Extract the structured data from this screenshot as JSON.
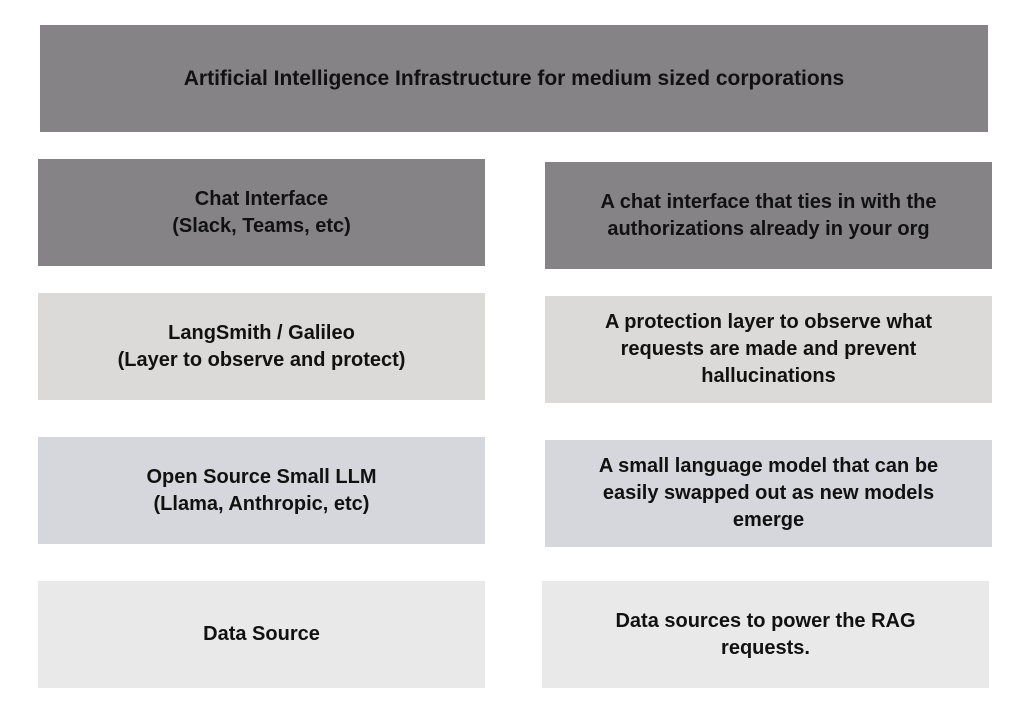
{
  "title": "Artificial Intelligence Infrastructure for medium sized corporations",
  "rows": [
    {
      "left": [
        "Chat Interface",
        "(Slack, Teams, etc)"
      ],
      "right": [
        "A chat interface that ties in with the",
        "authorizations already in your org"
      ]
    },
    {
      "left": [
        "LangSmith / Galileo",
        "(Layer to observe and protect)"
      ],
      "right": [
        "A protection layer to observe what",
        "requests are made and prevent",
        "hallucinations"
      ]
    },
    {
      "left": [
        "Open Source Small LLM",
        "(Llama, Anthropic, etc)"
      ],
      "right": [
        "A small language model that can be",
        "easily swapped out as new models",
        "emerge"
      ]
    },
    {
      "left": [
        "Data Source"
      ],
      "right": [
        "Data sources to power the RAG",
        "requests."
      ]
    }
  ],
  "colors": {
    "title_box": "#858386",
    "row1": "#858386",
    "row2": "#dbdad8",
    "row3": "#d6d6dd",
    "row4": "#e9e9e9"
  }
}
